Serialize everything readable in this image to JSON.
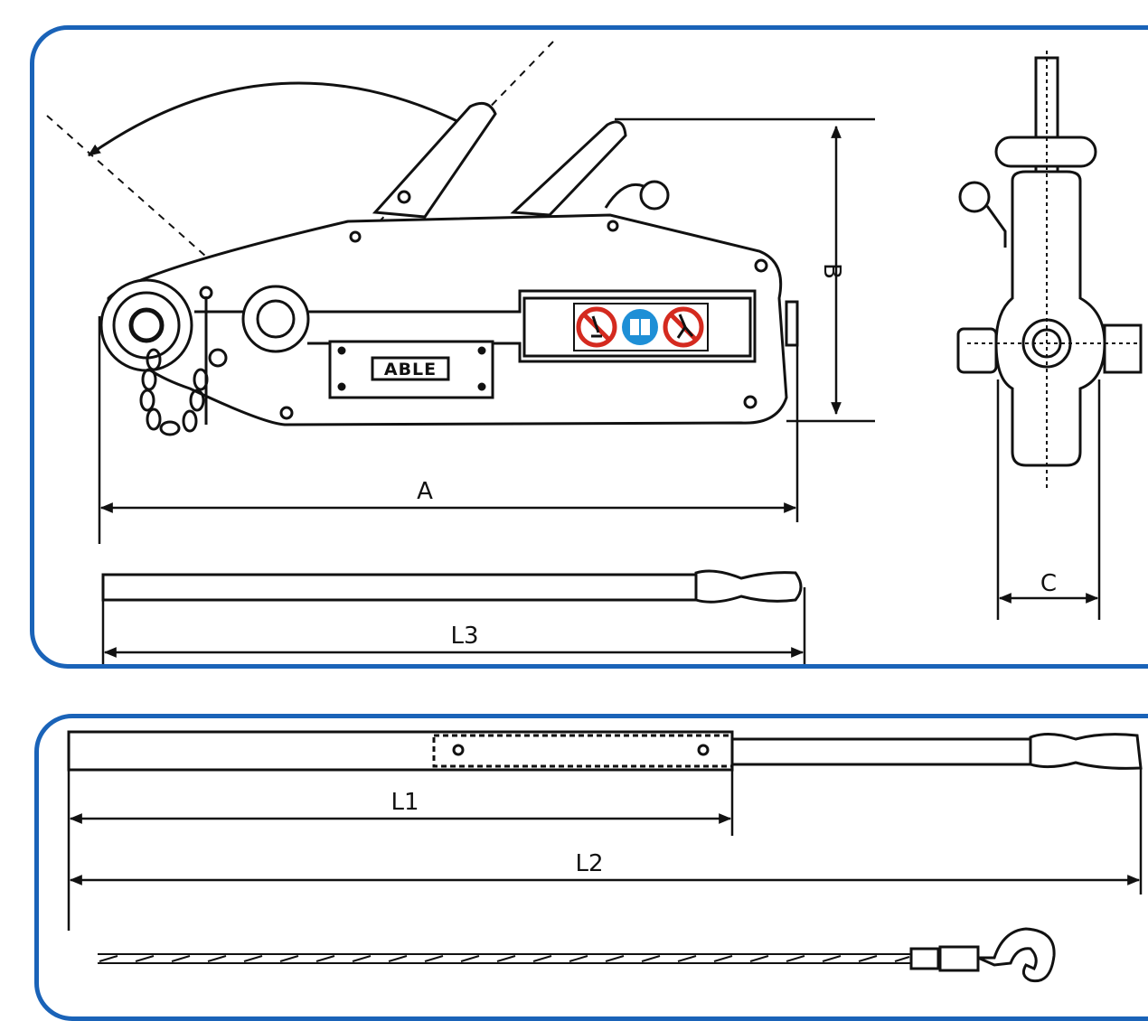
{
  "diagram": {
    "logo_text": "ABLE",
    "dimensions": {
      "a": "A",
      "b": "B",
      "c": "C",
      "l1": "L1",
      "l2": "L2",
      "l3": "L3"
    }
  },
  "colors": {
    "panel_border": "#1a63b8",
    "line": "#111111",
    "prohibition_red": "#d42a1f",
    "mandatory_blue": "#1e8fd6"
  },
  "icons": [
    "no-climbing-sign-icon",
    "read-manual-sign-icon",
    "no-stand-under-sign-icon"
  ]
}
